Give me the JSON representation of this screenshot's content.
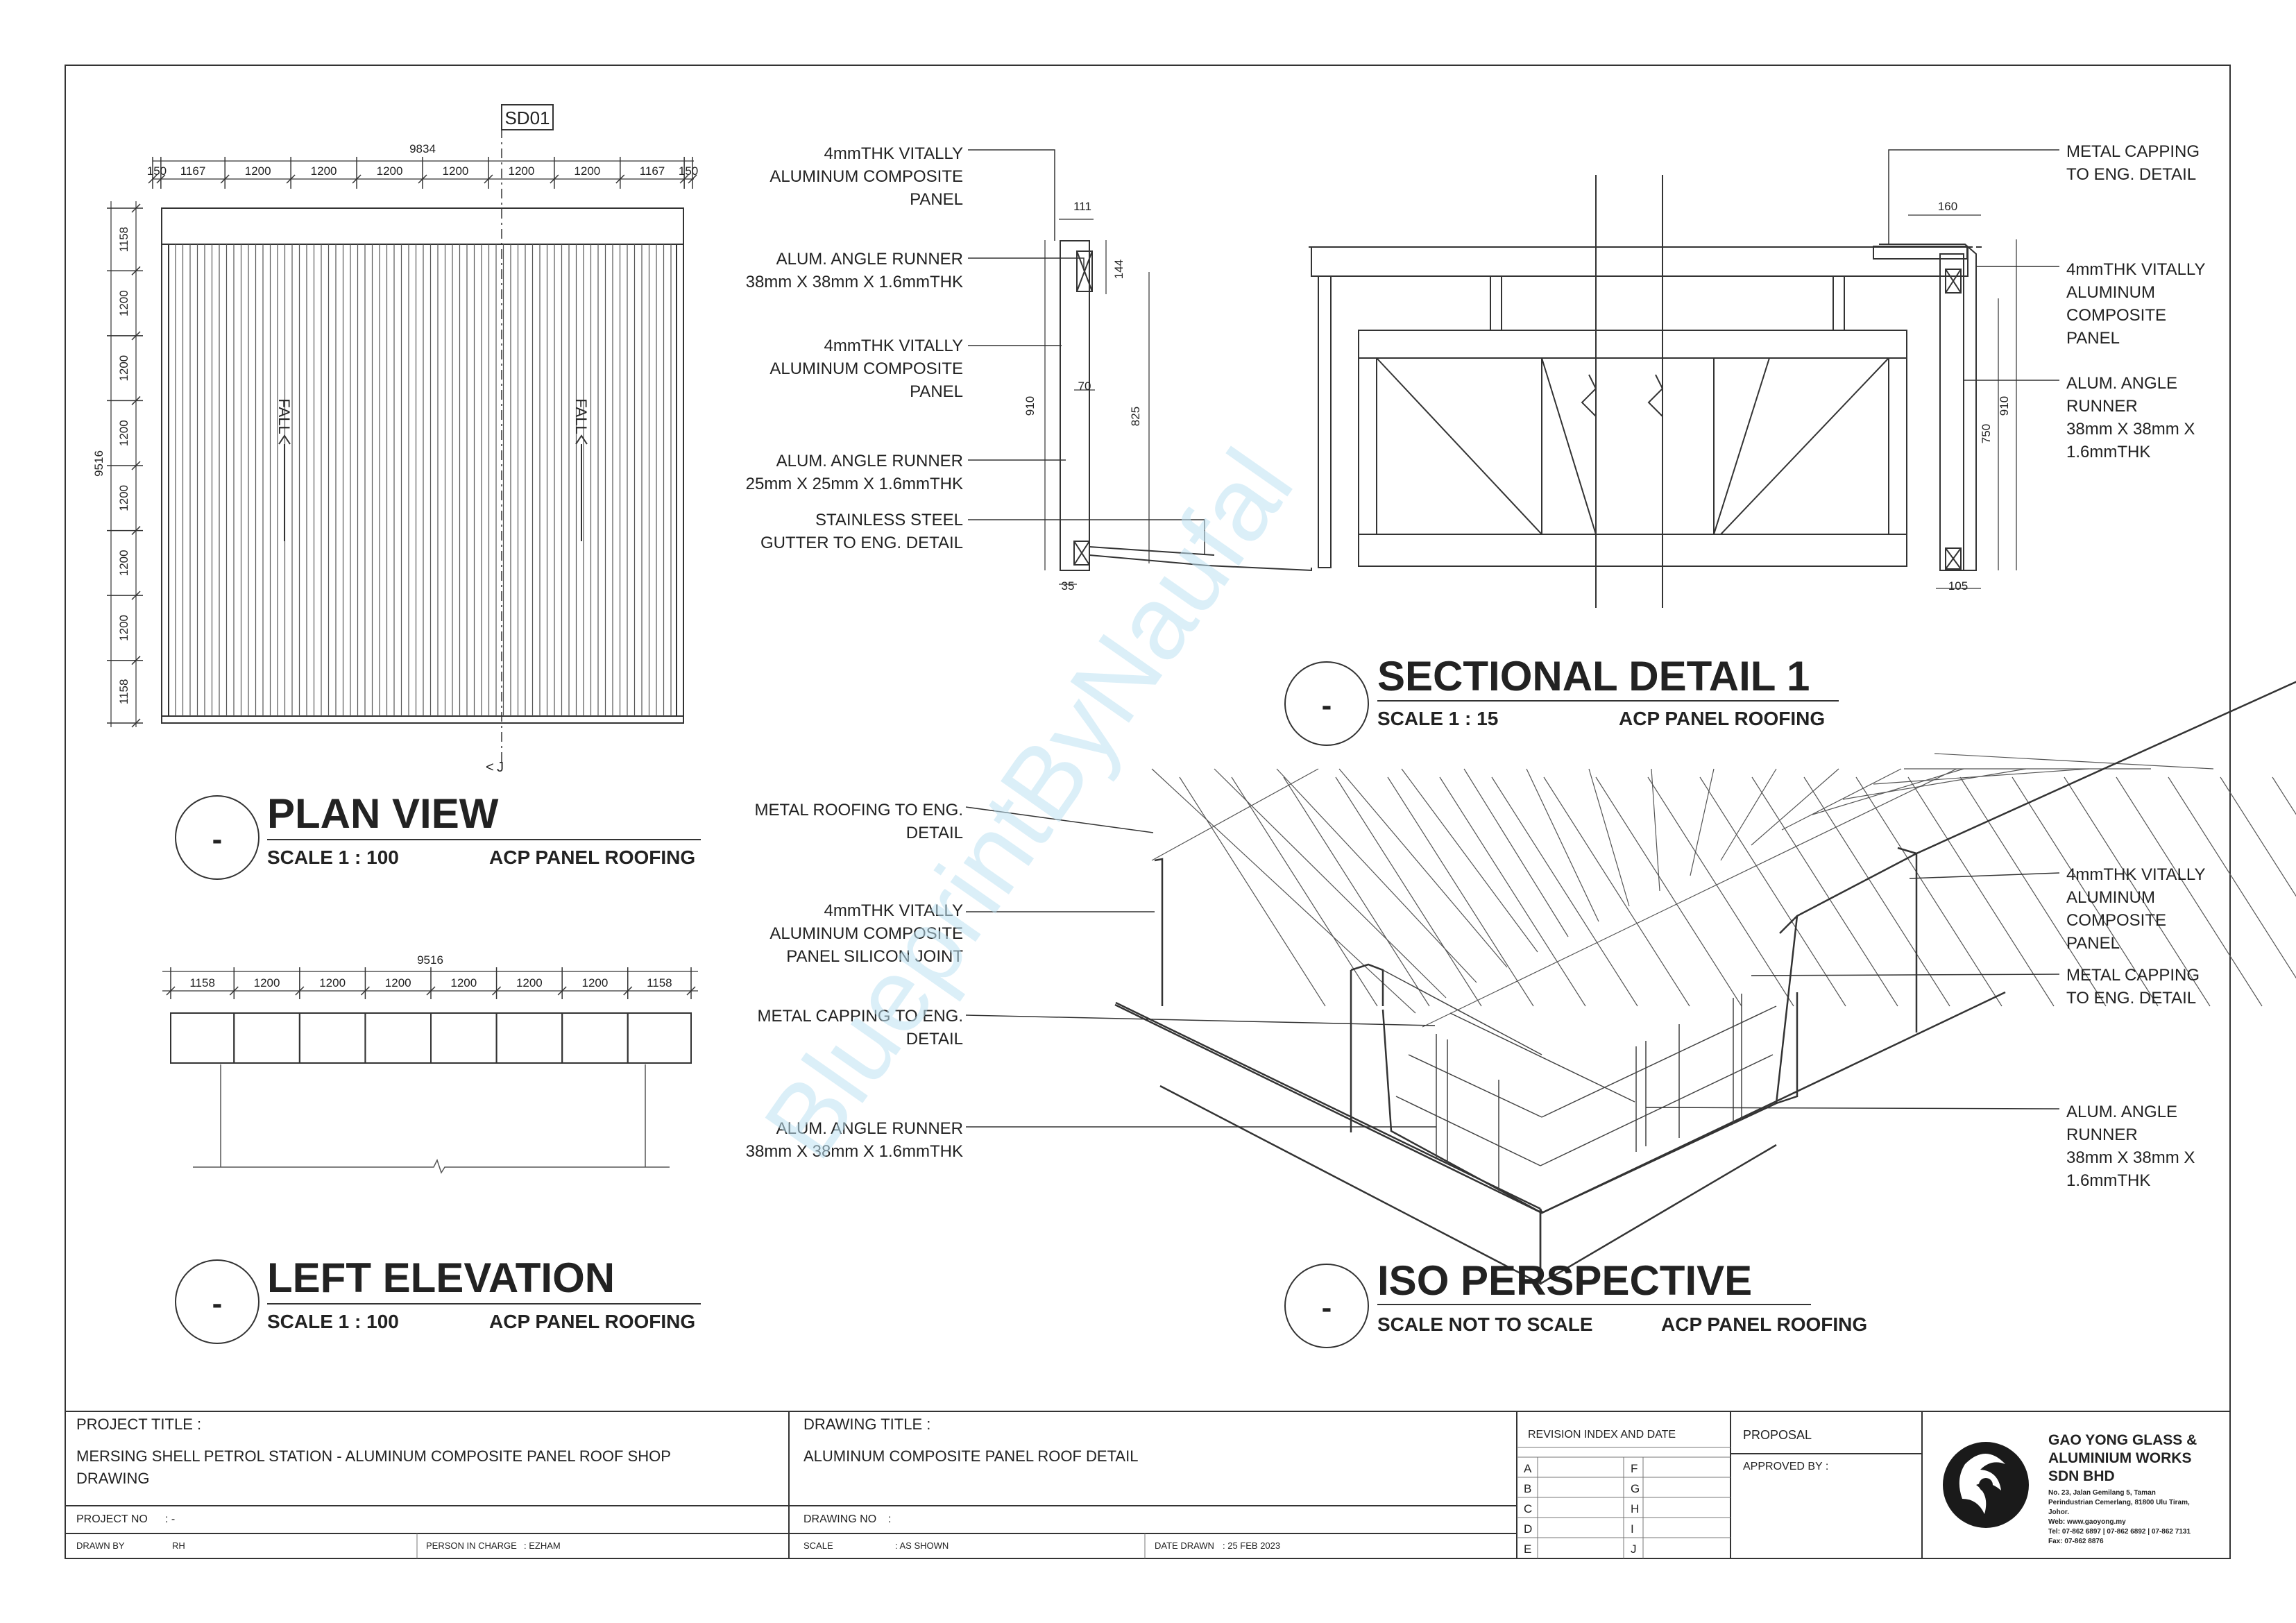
{
  "colors": {
    "line": "#333333",
    "watermark": "#bfe3f3"
  },
  "watermark": "BlueprintByNaufal",
  "plan_view": {
    "title": "PLAN VIEW",
    "scale": "SCALE   1 : 100",
    "subtitle": "ACP PANEL ROOFING",
    "marker": "-",
    "section_tag": "SD01",
    "overall_width": "9834",
    "overall_height": "9516",
    "top_dims": [
      "150",
      "1167",
      "1200",
      "1200",
      "1200",
      "1200",
      "1200",
      "1200",
      "1167",
      "150"
    ],
    "side_dims": [
      "1158",
      "1200",
      "1200",
      "1200",
      "1200",
      "1200",
      "1200",
      "1158"
    ],
    "fall_label": "FALL"
  },
  "left_elevation": {
    "title": "LEFT ELEVATION",
    "scale": "SCALE   1 : 100",
    "subtitle": "ACP PANEL ROOFING",
    "marker": "-",
    "overall": "9516",
    "dims": [
      "1158",
      "1200",
      "1200",
      "1200",
      "1200",
      "1200",
      "1200",
      "1158"
    ]
  },
  "sectional_detail": {
    "title": "SECTIONAL DETAIL 1",
    "scale": "SCALE   1 : 15",
    "subtitle": "ACP PANEL ROOFING",
    "marker": "-",
    "left_notes": [
      [
        "4mmTHK VITALLY",
        "ALUMINUM COMPOSITE",
        "PANEL"
      ],
      [
        "ALUM. ANGLE RUNNER",
        "38mm X 38mm X 1.6mmTHK"
      ],
      [
        "4mmTHK VITALLY",
        "ALUMINUM COMPOSITE",
        "PANEL"
      ],
      [
        "ALUM.  ANGLE RUNNER",
        "25mm X 25mm X 1.6mmTHK"
      ],
      [
        "STAINLESS STEEL",
        "GUTTER TO ENG. DETAIL"
      ]
    ],
    "right_notes": [
      [
        "METAL CAPPING",
        "TO ENG. DETAIL"
      ],
      [
        "4mmTHK VITALLY",
        "ALUMINUM",
        "COMPOSITE",
        "PANEL"
      ],
      [
        "ALUM.  ANGLE",
        "RUNNER",
        "38mm X 38mm X",
        "1.6mmTHK"
      ]
    ],
    "dims": {
      "d111": "111",
      "d144": "144",
      "d910": "910",
      "d70": "70",
      "d825": "825",
      "d35": "35",
      "d160": "160",
      "d750": "750",
      "d910r": "910",
      "d105": "105"
    }
  },
  "iso": {
    "title": "ISO PERSPECTIVE",
    "scale": "SCALE   NOT TO SCALE",
    "subtitle": "ACP PANEL ROOFING",
    "marker": "-",
    "left_notes": [
      [
        "METAL ROOFING TO ENG.",
        "DETAIL"
      ],
      [
        "4mmTHK VITALLY",
        "ALUMINUM COMPOSITE",
        "PANEL SILICON JOINT"
      ],
      [
        "METAL CAPPING  TO ENG.",
        "DETAIL"
      ],
      [
        "ALUM.  ANGLE RUNNER",
        "38mm X 38mm X 1.6mmTHK"
      ]
    ],
    "right_notes": [
      [
        "4mmTHK VITALLY",
        "ALUMINUM",
        "COMPOSITE",
        "PANEL"
      ],
      [
        "METAL CAPPING",
        "TO ENG. DETAIL"
      ],
      [
        "ALUM.  ANGLE",
        "RUNNER",
        "38mm X 38mm X",
        "1.6mmTHK"
      ]
    ]
  },
  "title_block": {
    "project_title_label": "PROJECT TITLE :",
    "project_title": [
      "MERSING SHELL PETROL STATION - ALUMINUM COMPOSITE PANEL ROOF SHOP",
      "DRAWING"
    ],
    "drawing_title_label": "DRAWING TITLE :",
    "drawing_title": "ALUMINUM COMPOSITE PANEL ROOF DETAIL",
    "project_no_label": "PROJECT NO",
    "project_no": ":  -",
    "drawing_no_label": "DRAWING NO",
    "drawing_no": ":",
    "drawn_by_label": "DRAWN BY",
    "drawn_by": "RH",
    "person_label": "PERSON IN CHARGE",
    "person": ":  EZHAM",
    "scale_label": "SCALE",
    "scale": ":  AS SHOWN",
    "date_label": "DATE DRAWN",
    "date": ":  25 FEB 2023",
    "revision_label": "REVISION INDEX AND DATE",
    "revisions_left": [
      "A",
      "B",
      "C",
      "D",
      "E"
    ],
    "revisions_right": [
      "F",
      "G",
      "H",
      "I",
      "J"
    ],
    "proposal": "PROPOSAL",
    "approved_label": "APPROVED BY      :",
    "company": [
      "GAO YONG GLASS &",
      "ALUMINIUM WORKS",
      "SDN BHD"
    ],
    "address": [
      "No. 23, Jalan Gemilang 5, Taman",
      "Perindustrian Cemerlang, 81800 Ulu Tiram,",
      "Johor.",
      "Web: www.gaoyong.my",
      "Tel: 07-862 6897 | 07-862 6892 | 07-862 7131",
      "Fax: 07-862 8876"
    ]
  }
}
